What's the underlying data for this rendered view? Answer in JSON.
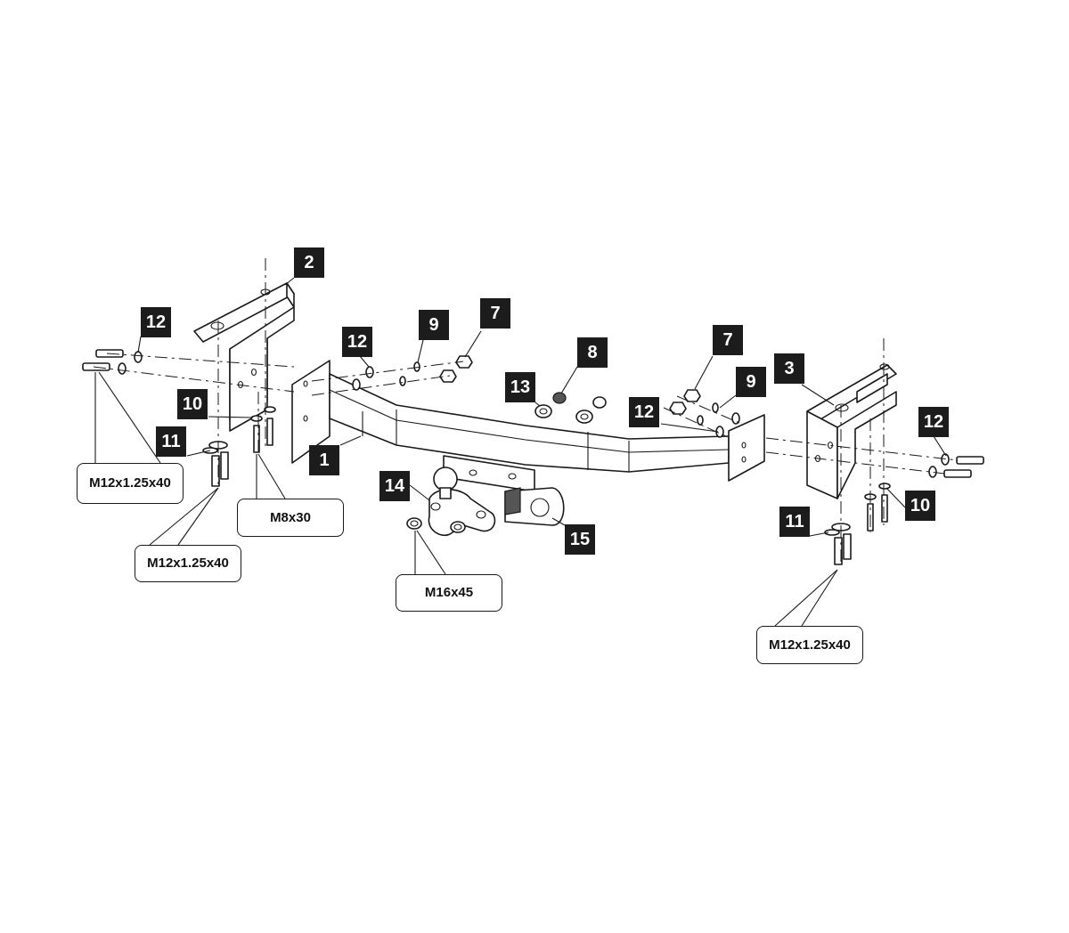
{
  "callouts": {
    "c1": "1",
    "c2": "2",
    "c3": "3",
    "c7a": "7",
    "c7b": "7",
    "c8": "8",
    "c9a": "9",
    "c9b": "9",
    "c10a": "10",
    "c10b": "10",
    "c11a": "11",
    "c11b": "11",
    "c12a": "12",
    "c12b": "12",
    "c12c": "12",
    "c12d": "12",
    "c13": "13",
    "c14": "14",
    "c15": "15"
  },
  "bolt_labels": {
    "left_side": "M12x1.25x40",
    "left_bottom": "M12x1.25x40",
    "m8": "M8x30",
    "ball": "M16x45",
    "right_bottom": "M12x1.25x40"
  },
  "colors": {
    "callout_bg": "#1c1c1c",
    "callout_text": "#ffffff",
    "line": "#1a1a1a"
  }
}
